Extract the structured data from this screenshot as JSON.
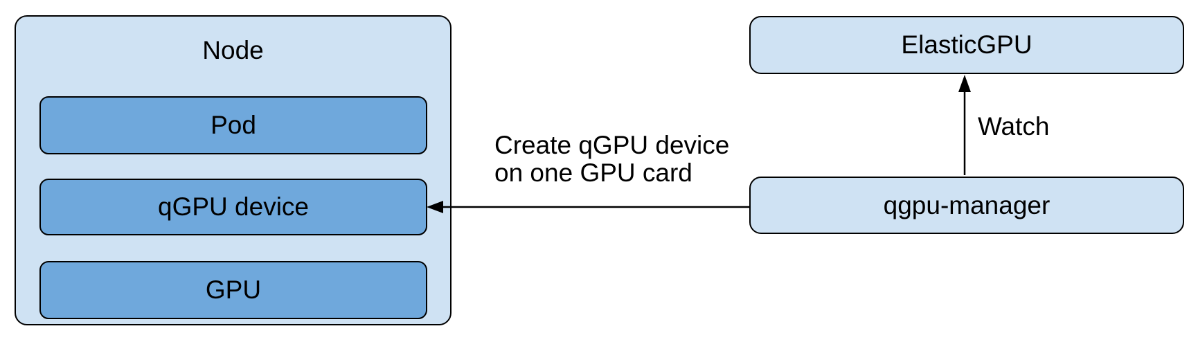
{
  "colors": {
    "background": "#ffffff",
    "light_box_fill": "#cfe2f3",
    "dark_box_fill": "#6fa8dc",
    "border": "#000000",
    "text": "#000000"
  },
  "diagram": {
    "node": {
      "label": "Node",
      "children": [
        {
          "label": "Pod"
        },
        {
          "label": "qGPU device"
        },
        {
          "label": "GPU"
        }
      ]
    },
    "elastic_gpu": {
      "label": "ElasticGPU"
    },
    "qgpu_manager": {
      "label": "qgpu-manager"
    },
    "edges": [
      {
        "from": "qgpu-manager",
        "to": "ElasticGPU",
        "label": "Watch"
      },
      {
        "from": "qgpu-manager",
        "to": "qGPU device",
        "label": "Create qGPU device\non one GPU card"
      }
    ]
  }
}
